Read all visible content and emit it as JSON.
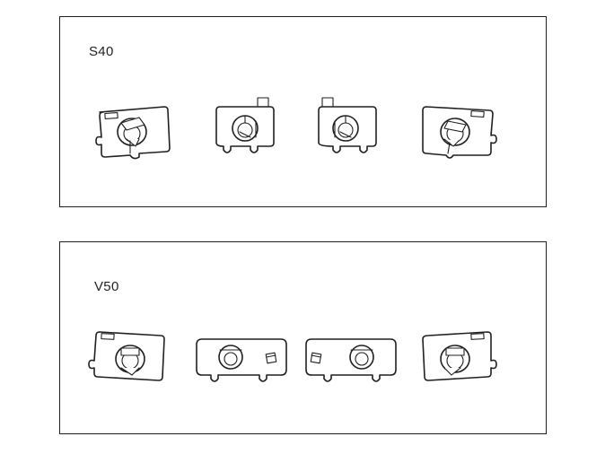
{
  "panels": [
    {
      "label": "S40",
      "part_count": 4
    },
    {
      "label": "V50",
      "part_count": 4
    }
  ],
  "icons": {
    "part": "bulb-holder-bracket-icon"
  }
}
